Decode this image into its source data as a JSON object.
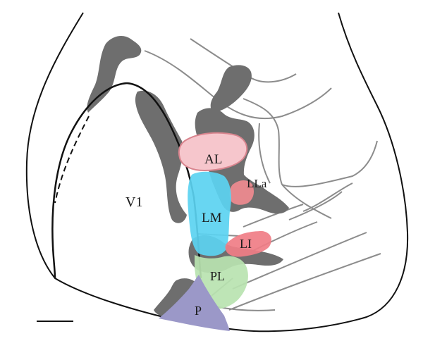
{
  "labels": {
    "v1": "V1",
    "al": "AL",
    "lla": "LLa",
    "lm": "LM",
    "li": "LI",
    "pl": "PL",
    "p": "P"
  },
  "colors": {
    "outline": "#111111",
    "border_lines": "#8c8c8c",
    "dark_patch": "#6e6e6e",
    "al_fill": "#f6c6cc",
    "al_edge": "#d9848e",
    "lla_fill": "#ef8a8f",
    "lm_fill": "#5bd3f1",
    "li_fill": "#f07d86",
    "pl_fill": "#b8e3b0",
    "p_fill": "#9b98c8"
  }
}
